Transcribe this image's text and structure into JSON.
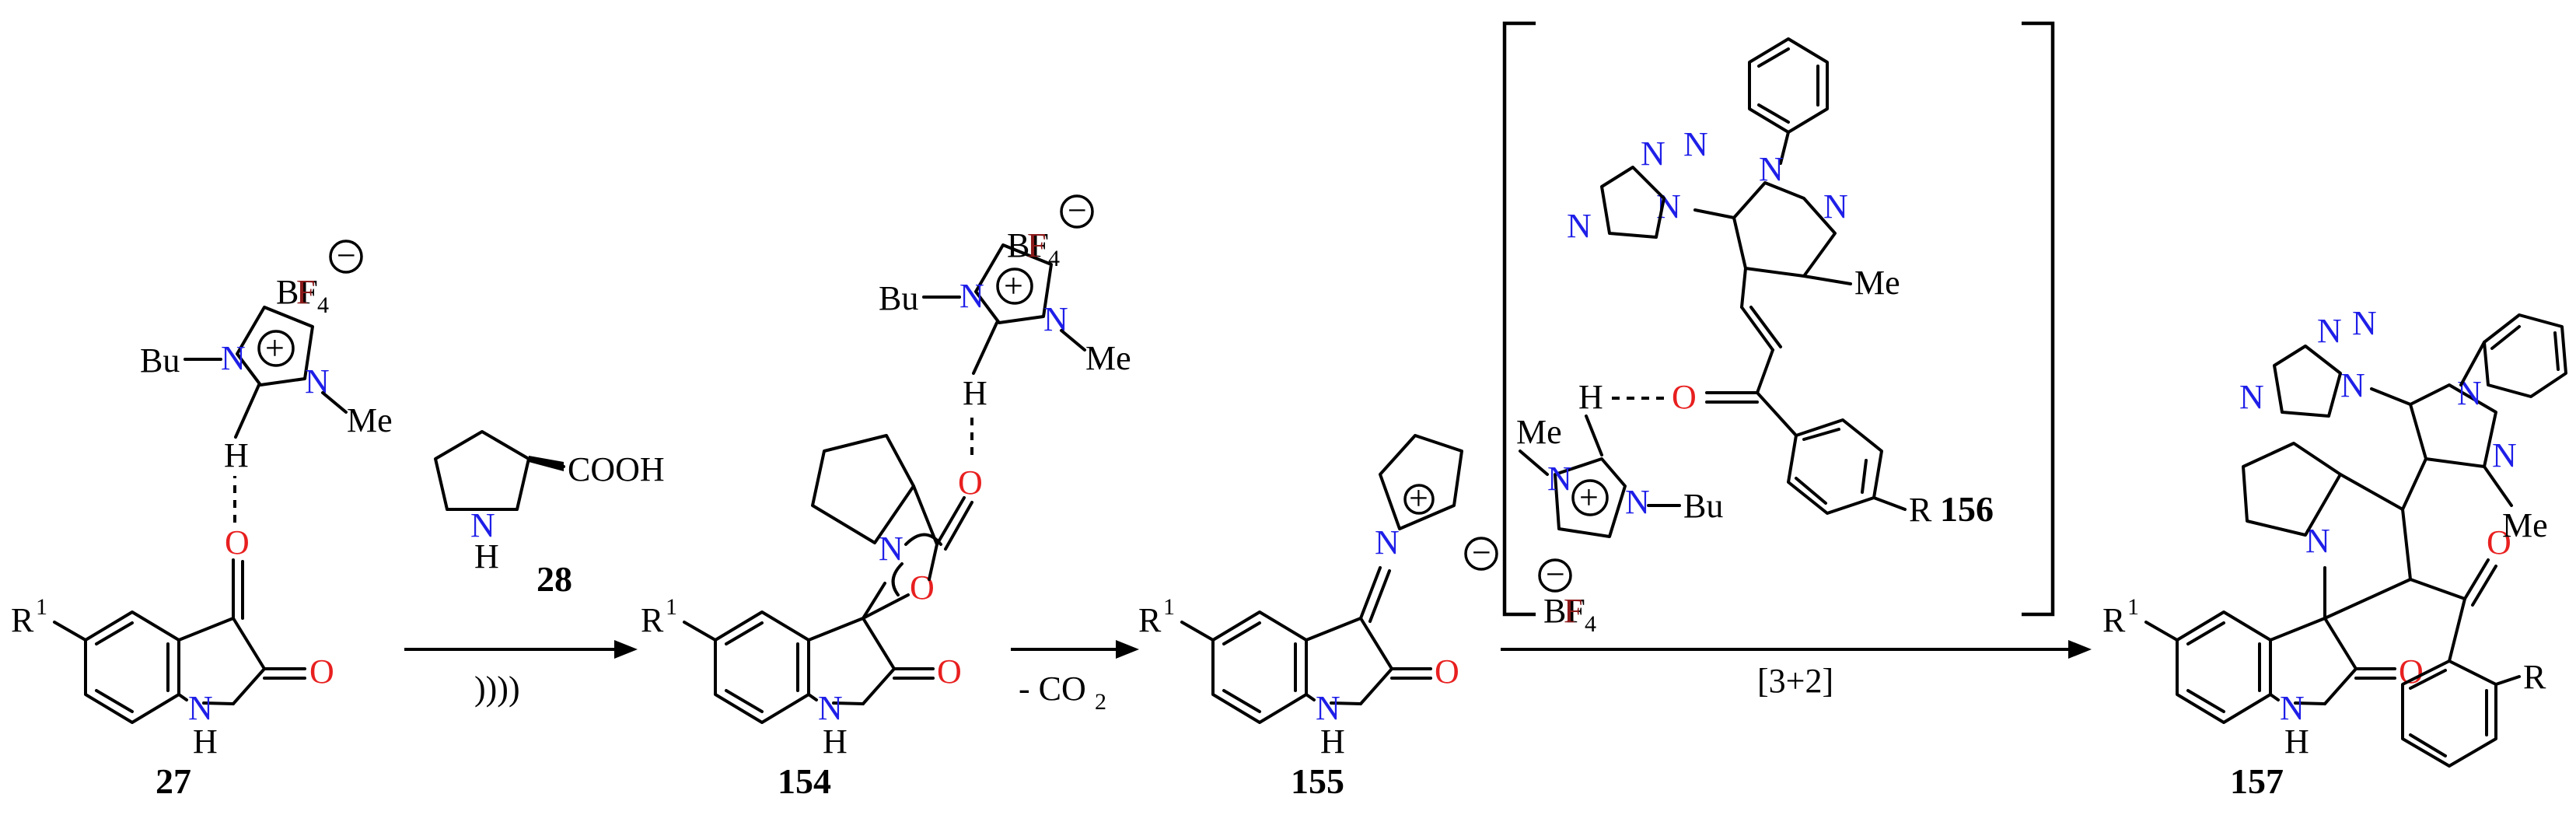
{
  "compounds": {
    "c27": "27",
    "c28": "28",
    "c154": "154",
    "c155": "155",
    "c156": "156",
    "c157": "157"
  },
  "conditions": {
    "step1_reagent": "COOH",
    "step1_ultrasound": "))))",
    "step2": "- CO",
    "step2_sub": "2",
    "step3": "[3+2]"
  },
  "labels": {
    "R1": "R",
    "sup1": "1",
    "R": "R",
    "N": "N",
    "NH": "N",
    "H": "H",
    "O": "O",
    "Bu": "Bu",
    "Me": "Me",
    "BF": "BF",
    "F": "F",
    "sub4": "4",
    "plus": "+",
    "minus": "−",
    "COOH": "COOH"
  },
  "colors": {
    "nitrogen": "#1f1fe8",
    "oxygen": "#e81f1f",
    "fluorine": "#8b1a1a"
  }
}
